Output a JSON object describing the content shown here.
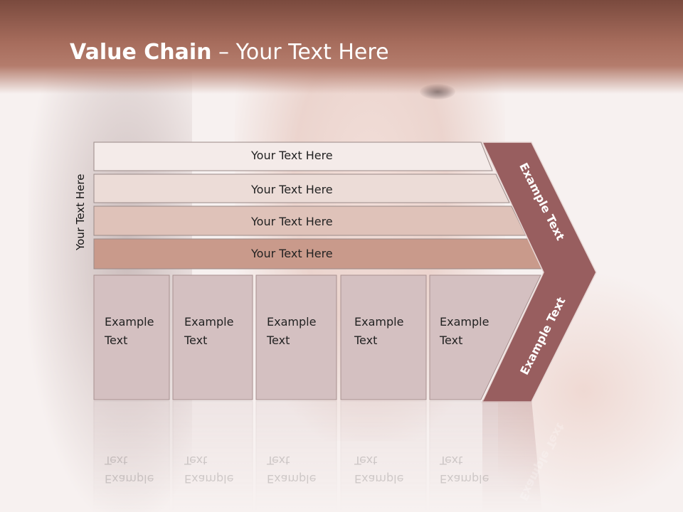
{
  "title": {
    "bold": "Value Chain",
    "rest": " – Your Text Here"
  },
  "side_label": "Your Text Here",
  "rows": [
    {
      "label": "Your Text Here",
      "color": "#f4ebe9"
    },
    {
      "label": "Your Text Here",
      "color": "#ecdcd7"
    },
    {
      "label": "Your Text Here",
      "color": "#dfc2b9"
    },
    {
      "label": "Your Text Here",
      "color": "#c99a8b"
    }
  ],
  "columns": [
    {
      "line1": "Example",
      "line2": "Text"
    },
    {
      "line1": "Example",
      "line2": "Text"
    },
    {
      "line1": "Example",
      "line2": "Text"
    },
    {
      "line1": "Example",
      "line2": "Text"
    },
    {
      "line1": "Example",
      "line2": "Text"
    }
  ],
  "arrow_top": "Example Text",
  "arrow_bottom": "Example Text",
  "colors": {
    "arrow": "#985e5f",
    "column_fill": "#d4c0c1",
    "header": "#9c6253"
  }
}
